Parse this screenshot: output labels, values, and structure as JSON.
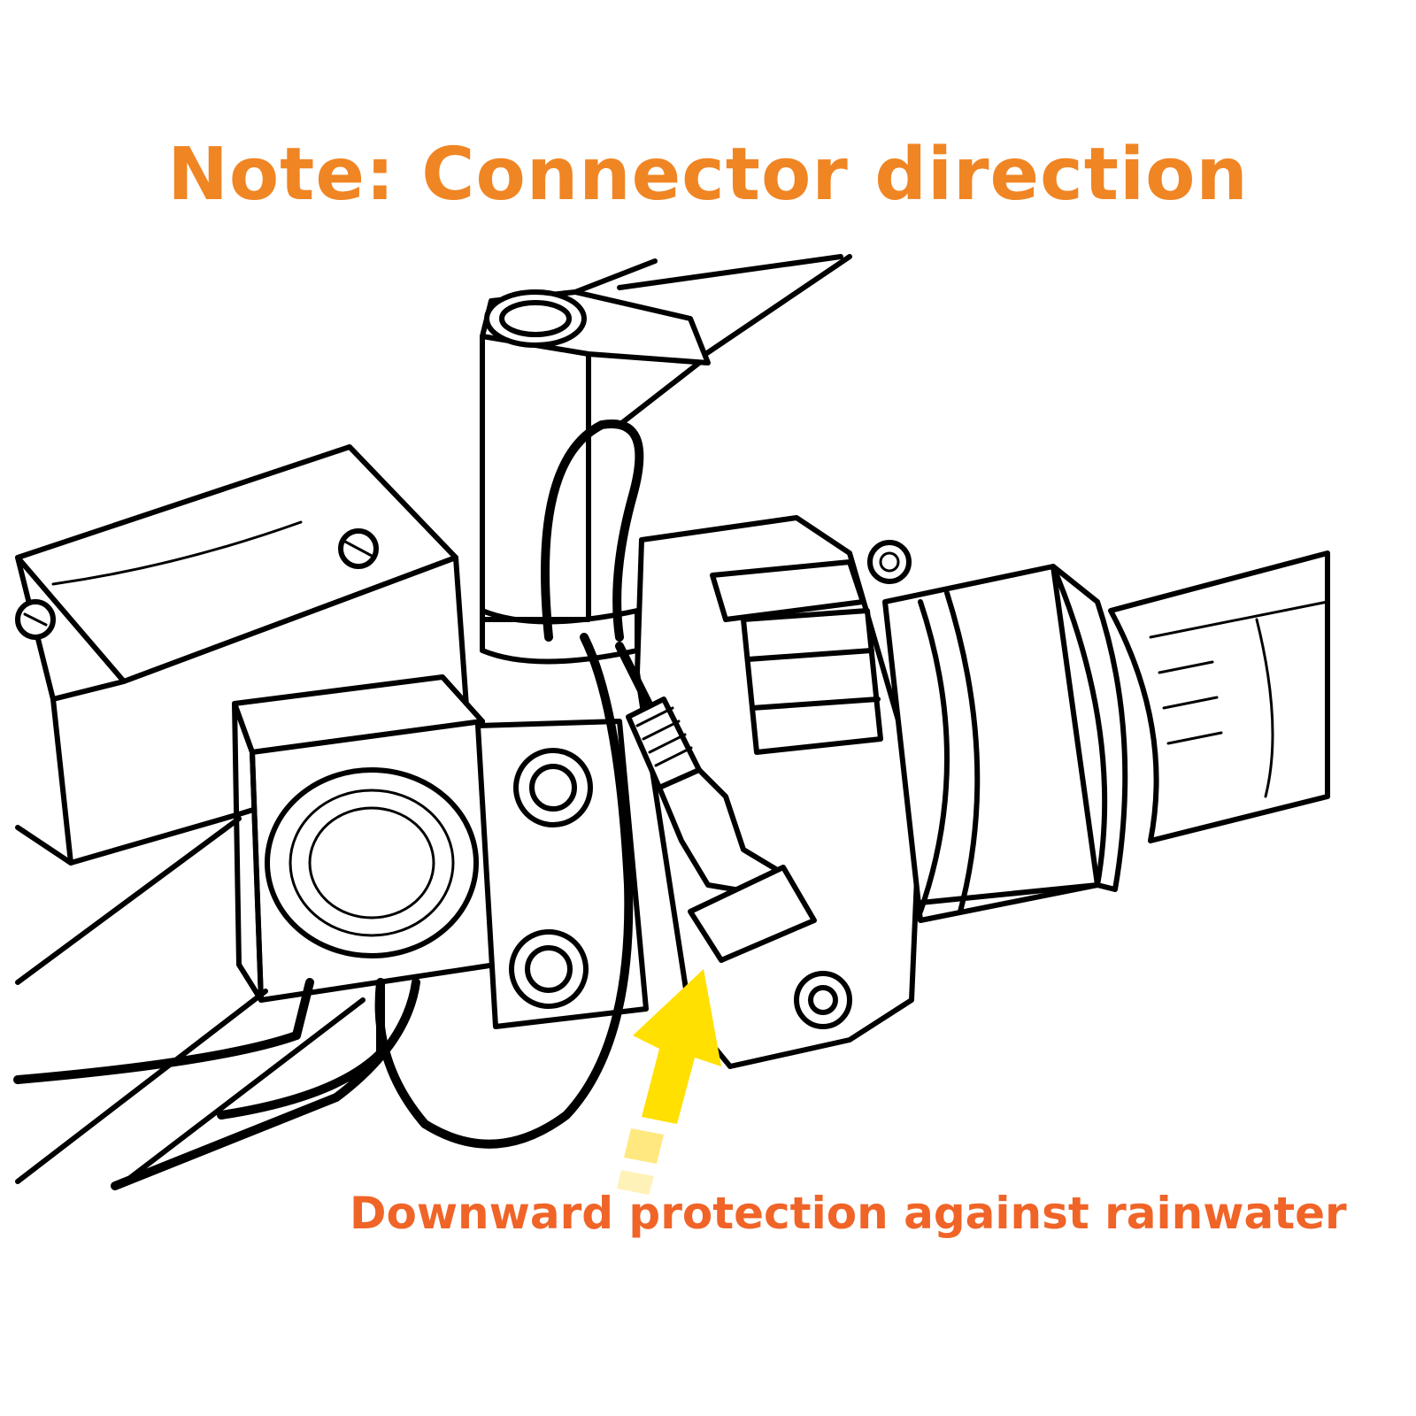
{
  "title": "Note: Connector direction",
  "caption": "Downward protection against rainwater",
  "colors": {
    "title": "#f08524",
    "caption": "#f06428",
    "arrow": "#ffe000",
    "arrow_dash_1": "#ffe880",
    "arrow_dash_2": "#fff2b8",
    "line_art": "#000000"
  },
  "illustration": {
    "subject": "motorcycle handlebar with brake master cylinder, switch housing and cable connector",
    "arrow_icon": "up-arrow-icon"
  }
}
